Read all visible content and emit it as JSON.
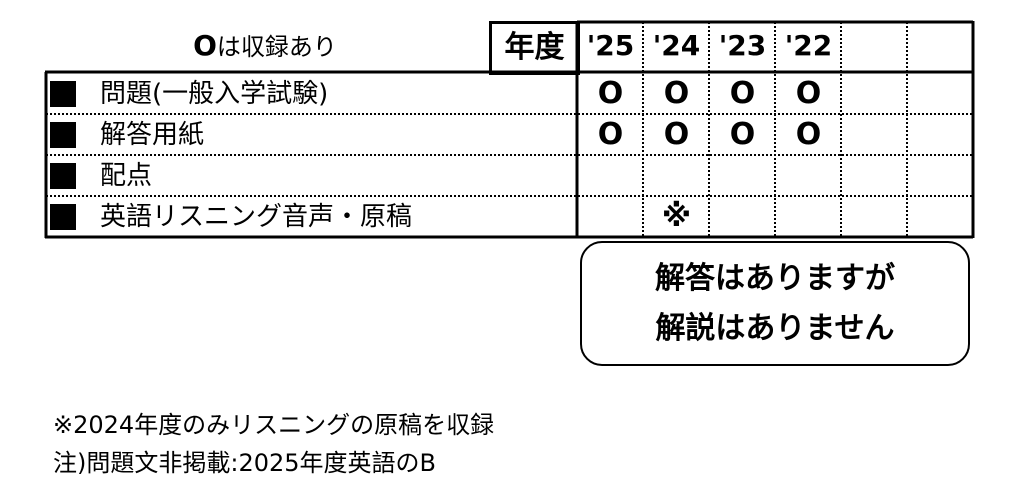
{
  "legend": {
    "circle": "O",
    "text": "は収録あり"
  },
  "header": {
    "year_label": "年度",
    "years": [
      "'25",
      "'24",
      "'23",
      "'22",
      "",
      ""
    ]
  },
  "rows": [
    {
      "label": "問題(一般入学試験)",
      "marks": [
        "O",
        "O",
        "O",
        "O",
        "",
        ""
      ]
    },
    {
      "label": "解答用紙",
      "marks": [
        "O",
        "O",
        "O",
        "O",
        "",
        ""
      ]
    },
    {
      "label": "配点",
      "marks": [
        "",
        "",
        "",
        "",
        "",
        ""
      ]
    },
    {
      "label": "英語リスニング音声・原稿",
      "marks": [
        "",
        "※",
        "",
        "",
        "",
        ""
      ]
    }
  ],
  "note_box": {
    "line1": "解答はありますが",
    "line2": "解説はありません"
  },
  "footnotes": [
    "※2024年度のみリスニングの原稿を収録",
    "注)問題文非掲載:2025年度英語のB"
  ]
}
